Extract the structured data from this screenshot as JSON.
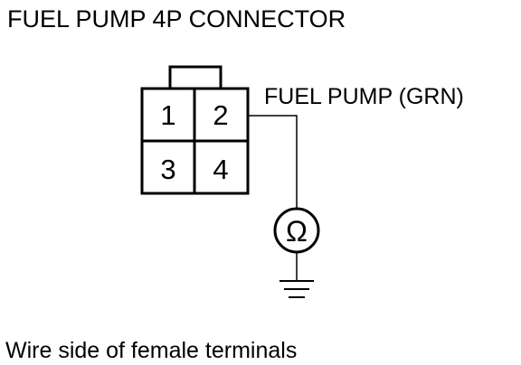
{
  "title": "FUEL PUMP 4P CONNECTOR",
  "connector": {
    "pins": [
      "1",
      "2",
      "3",
      "4"
    ]
  },
  "wire_label": "FUEL PUMP (GRN)",
  "meter_symbol": "Ω",
  "ground_symbol": "ground-icon",
  "caption": "Wire side of female terminals"
}
